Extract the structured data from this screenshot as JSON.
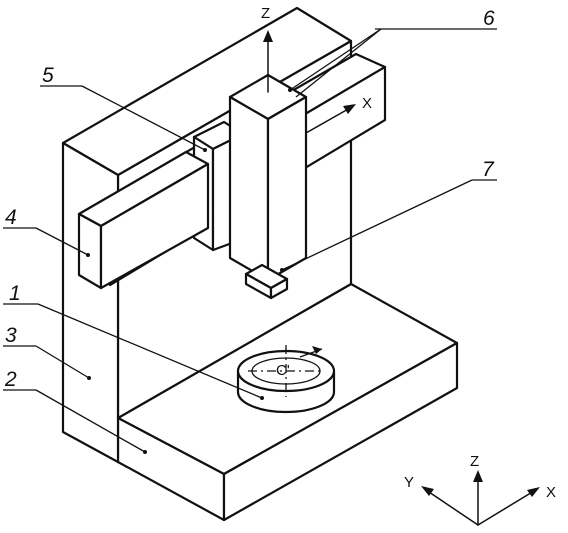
{
  "labels": {
    "part1": "1",
    "part2": "2",
    "part3": "3",
    "part4": "4",
    "part5": "5",
    "part6": "6",
    "part7": "7"
  },
  "axes": {
    "z_ram": "Z",
    "x_rail": "X",
    "table_c": "C'",
    "triad_y": "Y",
    "triad_z": "Z",
    "triad_x": "X"
  }
}
